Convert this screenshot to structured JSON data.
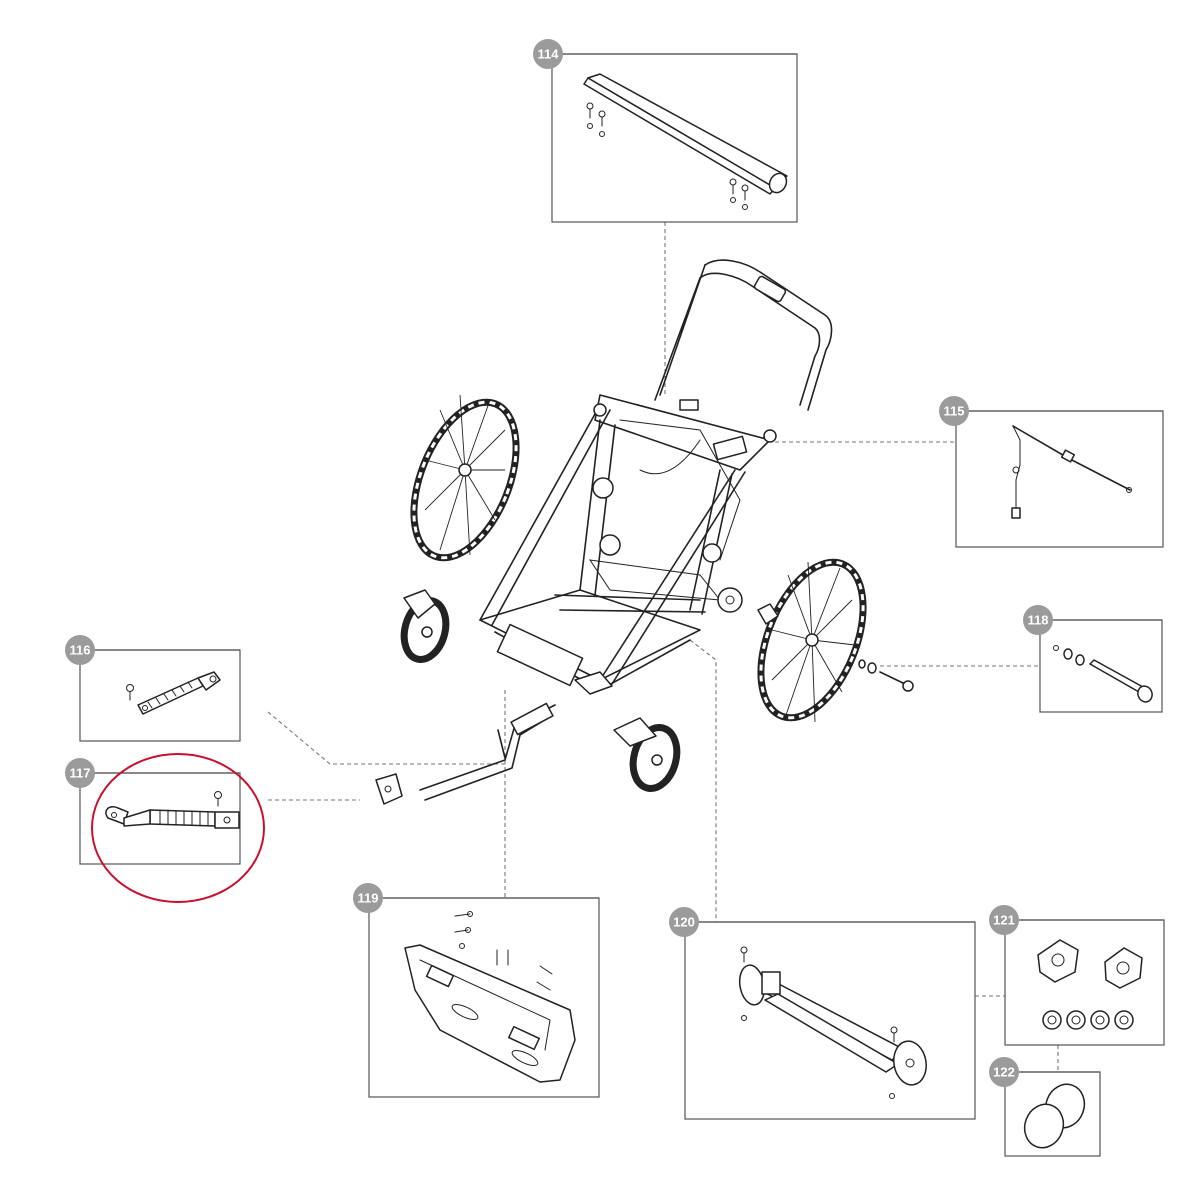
{
  "callouts": [
    {
      "id": "114",
      "label": "114"
    },
    {
      "id": "115",
      "label": "115"
    },
    {
      "id": "116",
      "label": "116"
    },
    {
      "id": "117",
      "label": "117"
    },
    {
      "id": "118",
      "label": "118"
    },
    {
      "id": "119",
      "label": "119"
    },
    {
      "id": "120",
      "label": "120"
    },
    {
      "id": "121",
      "label": "121"
    },
    {
      "id": "122",
      "label": "122"
    }
  ],
  "highlighted_part": "117",
  "colors": {
    "badge": "#9b9b9b",
    "highlight": "#c8102e",
    "line": "#222222"
  }
}
